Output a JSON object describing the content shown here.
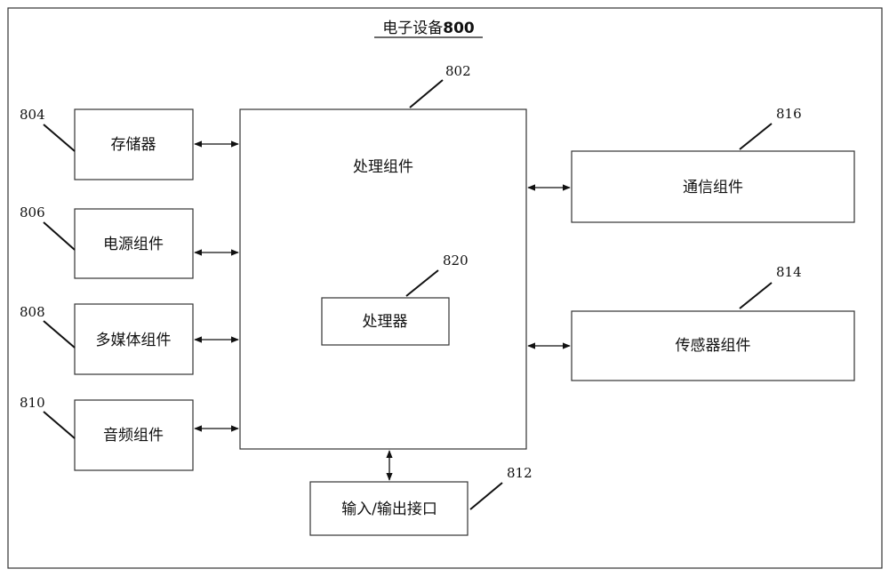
{
  "title": {
    "text": "电子设备",
    "number": "800"
  },
  "blocks": {
    "processing": {
      "label": "处理组件",
      "ref": "802"
    },
    "processor": {
      "label": "处理器",
      "ref": "820"
    },
    "memory": {
      "label": "存储器",
      "ref": "804"
    },
    "power": {
      "label": "电源组件",
      "ref": "806"
    },
    "multimedia": {
      "label": "多媒体组件",
      "ref": "808"
    },
    "audio": {
      "label": "音频组件",
      "ref": "810"
    },
    "io": {
      "label": "输入/输出接口",
      "ref": "812"
    },
    "sensor": {
      "label": "传感器组件",
      "ref": "814"
    },
    "communication": {
      "label": "通信组件",
      "ref": "816"
    }
  }
}
